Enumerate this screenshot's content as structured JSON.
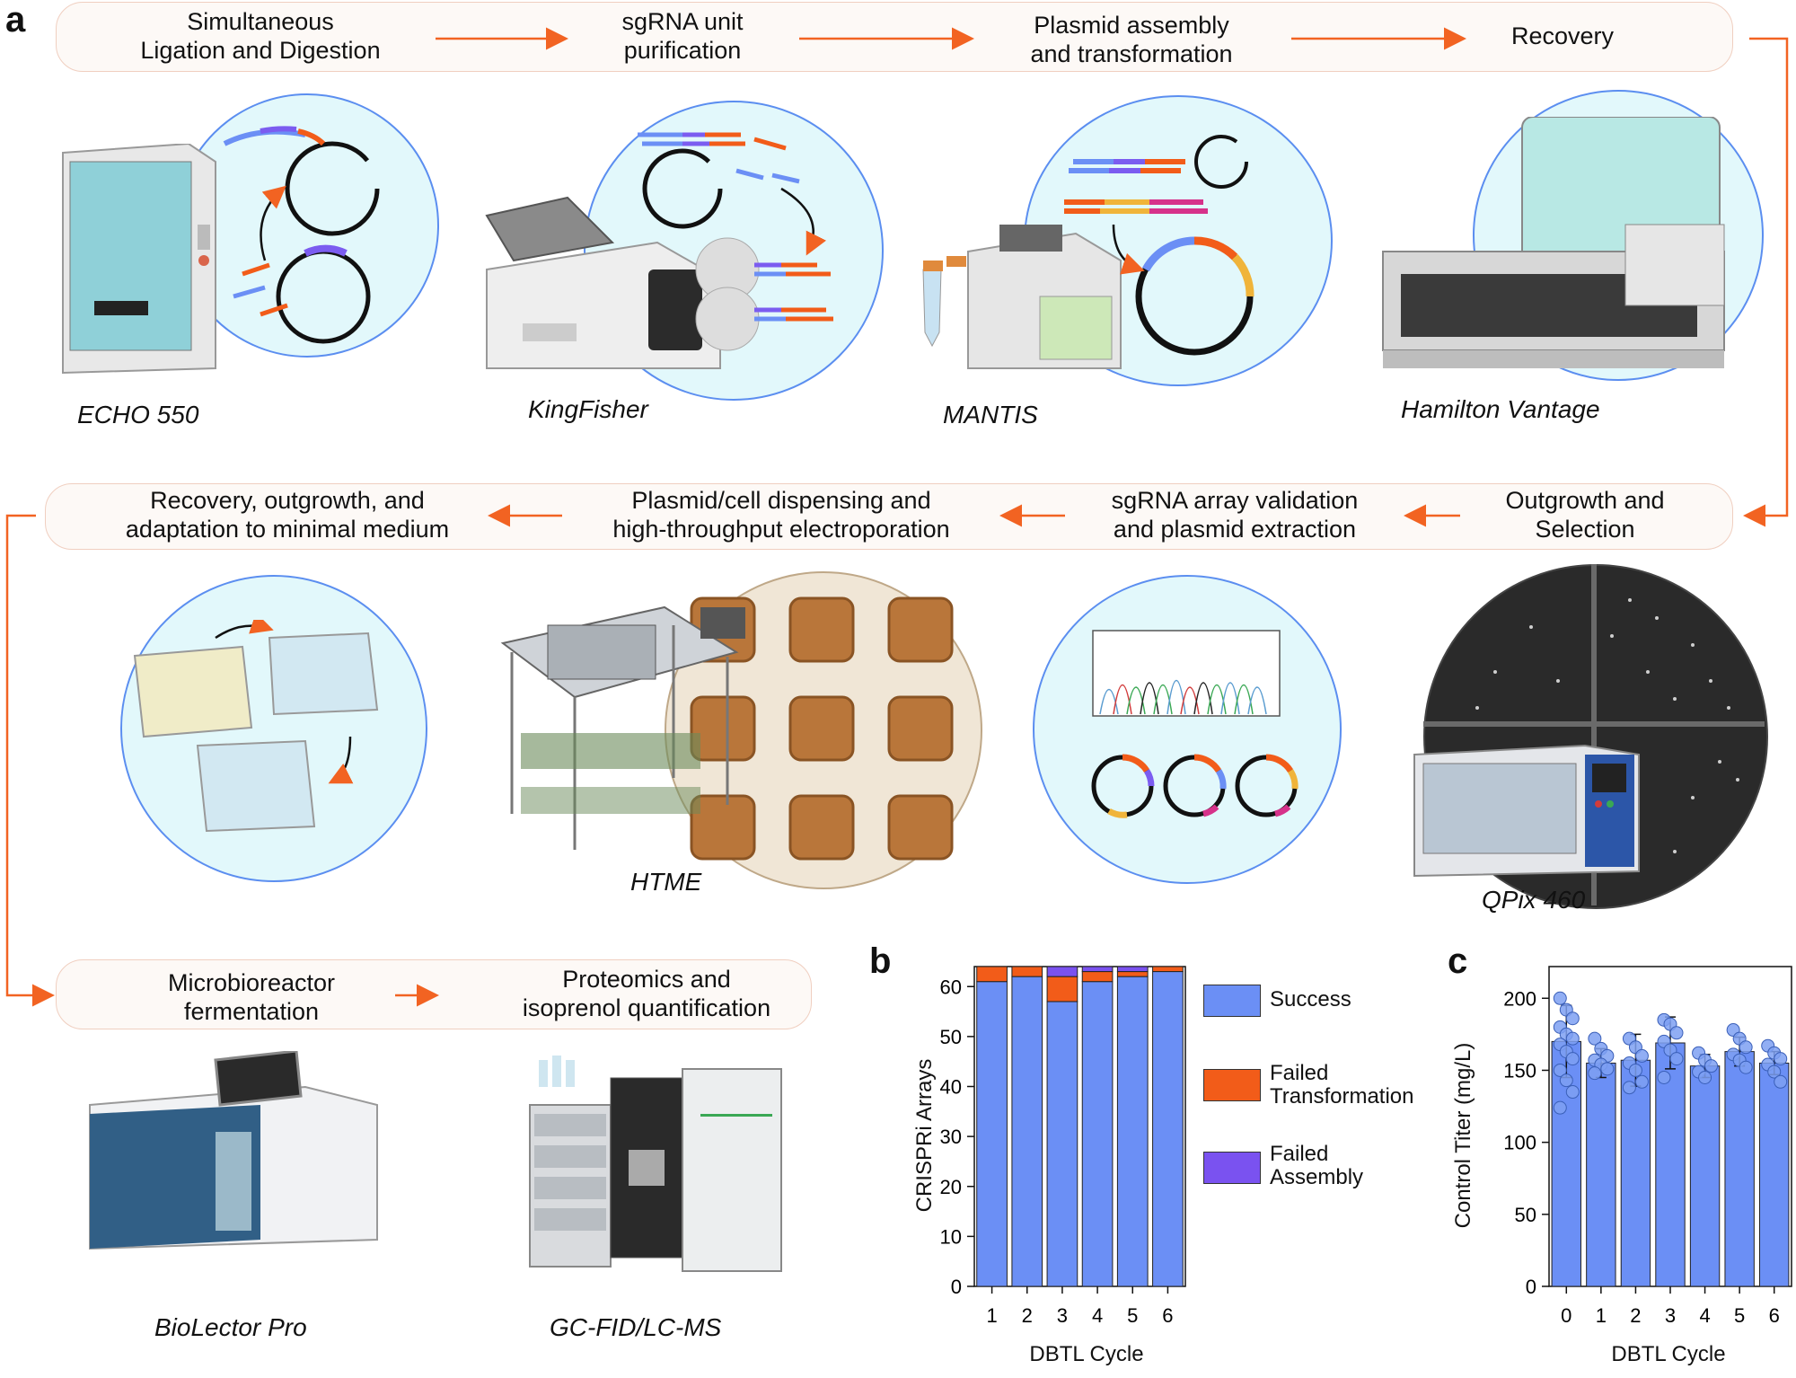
{
  "panel_labels": {
    "a": "a",
    "b": "b",
    "c": "c"
  },
  "workflow": {
    "row1": [
      "Simultaneous Ligation and Digestion",
      "sgRNA unit purification",
      "Plasmid assembly and transformation",
      "Recovery"
    ],
    "row2": [
      "Outgrowth and Selection",
      "sgRNA array validation and plasmid extraction",
      "Plasmid/cell dispensing and high-throughput electroporation",
      "Recovery, outgrowth, and adaptation to minimal medium"
    ],
    "row3": [
      "Microbioreactor fermentation",
      "Proteomics and isoprenol quantification"
    ]
  },
  "step_lines": {
    "s1a": "Simultaneous",
    "s1b": "Ligation and Digestion",
    "s2a": "sgRNA unit",
    "s2b": "purification",
    "s3a": "Plasmid assembly",
    "s3b": "and transformation",
    "s4a": "Recovery",
    "s5a": "Outgrowth and",
    "s5b": "Selection",
    "s6a": "sgRNA array validation",
    "s6b": "and plasmid extraction",
    "s7a": "Plasmid/cell dispensing and",
    "s7b": "high-throughput electroporation",
    "s8a": "Recovery, outgrowth, and",
    "s8b": "adaptation to minimal medium",
    "s9a": "Microbioreactor",
    "s9b": "fermentation",
    "s10a": "Proteomics and",
    "s10b": "isoprenol quantification"
  },
  "instruments": {
    "echo": "ECHO 550",
    "kingfisher": "KingFisher",
    "mantis": "MANTIS",
    "hamilton": "Hamilton Vantage",
    "htme": "HTME",
    "qpix": "QPix 460",
    "biolector": "BioLector Pro",
    "gcms": "GC-FID/LC-MS"
  },
  "colors": {
    "arrow": "#f26322",
    "success": "#6b8ff5",
    "failed_transformation": "#f25c19",
    "failed_assembly": "#7a52f0",
    "circle_fill": "#e2f8fb",
    "circle_border": "#5b8ef0"
  },
  "chart_data": [
    {
      "panel": "b",
      "type": "bar",
      "stacked": true,
      "categories": [
        "1",
        "2",
        "3",
        "4",
        "5",
        "6"
      ],
      "series": [
        {
          "name": "Success",
          "values": [
            61,
            62,
            57,
            61,
            62,
            63
          ]
        },
        {
          "name": "Failed Transformation",
          "values": [
            3,
            2,
            5,
            2,
            1,
            1
          ]
        },
        {
          "name": "Failed Assembly",
          "values": [
            0,
            0,
            2,
            1,
            1,
            0
          ]
        }
      ],
      "xlabel": "DBTL Cycle",
      "ylabel": "CRISPRi Arrays",
      "ylim": [
        0,
        64
      ],
      "yticks": [
        0,
        10,
        20,
        30,
        40,
        50,
        60
      ],
      "legend": "right"
    },
    {
      "panel": "c",
      "type": "bar",
      "categories": [
        "0",
        "1",
        "2",
        "3",
        "4",
        "5",
        "6"
      ],
      "values": [
        170,
        155,
        157,
        169,
        153,
        163,
        155
      ],
      "errors": [
        25,
        10,
        18,
        18,
        8,
        10,
        8
      ],
      "points": [
        [
          200,
          192,
          186,
          180,
          175,
          172,
          168,
          163,
          158,
          150,
          143,
          135,
          124
        ],
        [
          172,
          165,
          160,
          157,
          154,
          151,
          148
        ],
        [
          172,
          166,
          160,
          155,
          150,
          142,
          138
        ],
        [
          185,
          182,
          176,
          170,
          164,
          158,
          145
        ],
        [
          162,
          157,
          153,
          149,
          145
        ],
        [
          178,
          172,
          166,
          161,
          157,
          152
        ],
        [
          167,
          162,
          158,
          154,
          149,
          142
        ]
      ],
      "xlabel": "DBTL Cycle",
      "ylabel": "Control Titer (mg/L)",
      "ylim": [
        0,
        222
      ],
      "yticks": [
        0,
        50,
        100,
        150,
        200
      ]
    }
  ]
}
